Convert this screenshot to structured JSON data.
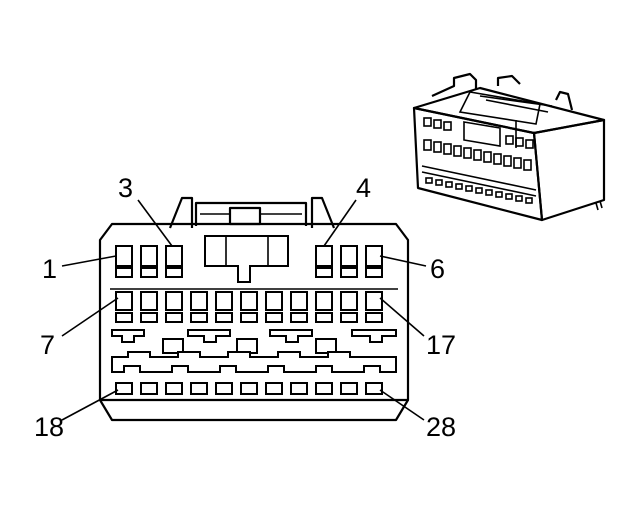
{
  "diagram": {
    "pin_labels": {
      "p1": "1",
      "p3": "3",
      "p4": "4",
      "p6": "6",
      "p7": "7",
      "p17": "17",
      "p18": "18",
      "p28": "28"
    }
  },
  "colors": {
    "line": "#000000",
    "background": "#ffffff"
  }
}
